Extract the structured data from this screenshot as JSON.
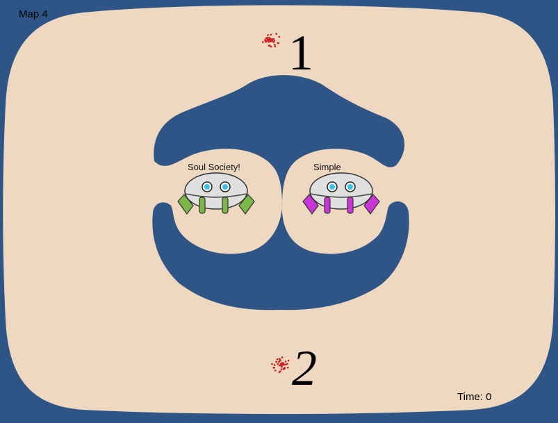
{
  "hud": {
    "map_label": "Map 4",
    "time_label": "Time: 0"
  },
  "spawns": [
    {
      "number": "1"
    },
    {
      "number": "2"
    }
  ],
  "players": [
    {
      "name": "Soul Society!",
      "leg_color": "#7ab648"
    },
    {
      "name": "Simple",
      "leg_color": "#c836d8"
    }
  ],
  "colors": {
    "water": "#2f5586",
    "sand": "#f3dcc4",
    "sand_shade": "#e9cdb1",
    "blood": "#c81e1e",
    "robot_body": "#e0e0e0",
    "robot_eye": "#3cc0e8"
  }
}
